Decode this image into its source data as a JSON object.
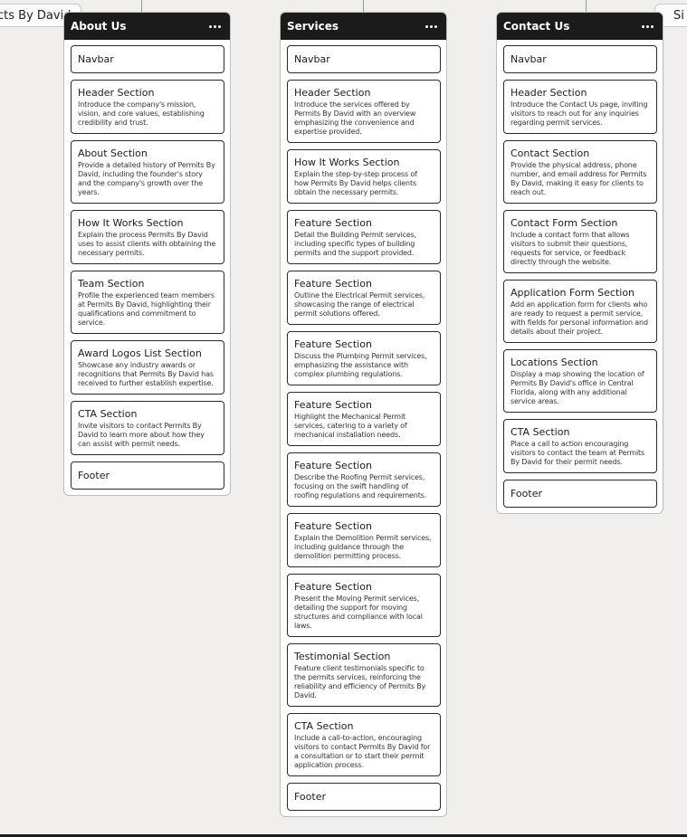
{
  "top_tabs": {
    "left": "cts By David",
    "right": "Si"
  },
  "columns": [
    {
      "title": "About Us",
      "sections": [
        {
          "title": "Navbar",
          "desc": ""
        },
        {
          "title": "Header Section",
          "desc": "Introduce the company's mission, vision, and core values, establishing credibility and trust."
        },
        {
          "title": "About Section",
          "desc": "Provide a detailed history of Permits By David, including the founder's story and the company's growth over the years."
        },
        {
          "title": "How It Works Section",
          "desc": "Explain the process Permits By David uses to assist clients with obtaining the necessary permits."
        },
        {
          "title": "Team Section",
          "desc": "Profile the experienced team members at Permits By David, highlighting their qualifications and commitment to service."
        },
        {
          "title": "Award Logos List Section",
          "desc": "Showcase any industry awards or recognitions that Permits By David has received to further establish expertise."
        },
        {
          "title": "CTA Section",
          "desc": "Invite visitors to contact Permits By David to learn more about how they can assist with permit needs."
        },
        {
          "title": "Footer",
          "desc": ""
        }
      ]
    },
    {
      "title": "Services",
      "sections": [
        {
          "title": "Navbar",
          "desc": ""
        },
        {
          "title": "Header Section",
          "desc": "Introduce the services offered by Permits By David with an overview emphasizing the convenience and expertise provided."
        },
        {
          "title": "How It Works Section",
          "desc": "Explain the step-by-step process of how Permits By David helps clients obtain the necessary permits."
        },
        {
          "title": "Feature Section",
          "desc": "Detail the Building Permit services, including specific types of building permits and the support provided."
        },
        {
          "title": "Feature Section",
          "desc": "Outline the Electrical Permit services, showcasing the range of electrical permit solutions offered."
        },
        {
          "title": "Feature Section",
          "desc": "Discuss the Plumbing Permit services, emphasizing the assistance with complex plumbing regulations."
        },
        {
          "title": "Feature Section",
          "desc": "Highlight the Mechanical Permit services, catering to a variety of mechanical installation needs."
        },
        {
          "title": "Feature Section",
          "desc": "Describe the Roofing Permit services, focusing on the swift handling of roofing regulations and requirements."
        },
        {
          "title": "Feature Section",
          "desc": "Explain the Demolition Permit services, including guidance through the demolition permitting process."
        },
        {
          "title": "Feature Section",
          "desc": "Present the Moving Permit services, detailing the support for moving structures and compliance with local laws."
        },
        {
          "title": "Testimonial Section",
          "desc": "Feature client testimonials specific to the permits services, reinforcing the reliability and efficiency of Permits By David."
        },
        {
          "title": "CTA Section",
          "desc": "Include a call-to-action, encouraging visitors to contact Permits By David for a consultation or to start their permit application process."
        },
        {
          "title": "Footer",
          "desc": ""
        }
      ]
    },
    {
      "title": "Contact Us",
      "sections": [
        {
          "title": "Navbar",
          "desc": ""
        },
        {
          "title": "Header Section",
          "desc": "Introduce the Contact Us page, inviting visitors to reach out for any inquiries regarding permit services."
        },
        {
          "title": "Contact Section",
          "desc": "Provide the physical address, phone number, and email address for Permits By David, making it easy for clients to reach out."
        },
        {
          "title": "Contact Form Section",
          "desc": "Include a contact form that allows visitors to submit their questions, requests for service, or feedback directly through the website."
        },
        {
          "title": "Application Form Section",
          "desc": "Add an application form for clients who are ready to request a permit service, with fields for personal information and details about their project."
        },
        {
          "title": "Locations Section",
          "desc": "Display a map showing the location of Permits By David's office in Central Florida, along with any additional service areas."
        },
        {
          "title": "CTA Section",
          "desc": "Place a call to action encouraging visitors to contact the team at Permits By David for their permit needs."
        },
        {
          "title": "Footer",
          "desc": ""
        }
      ]
    }
  ]
}
